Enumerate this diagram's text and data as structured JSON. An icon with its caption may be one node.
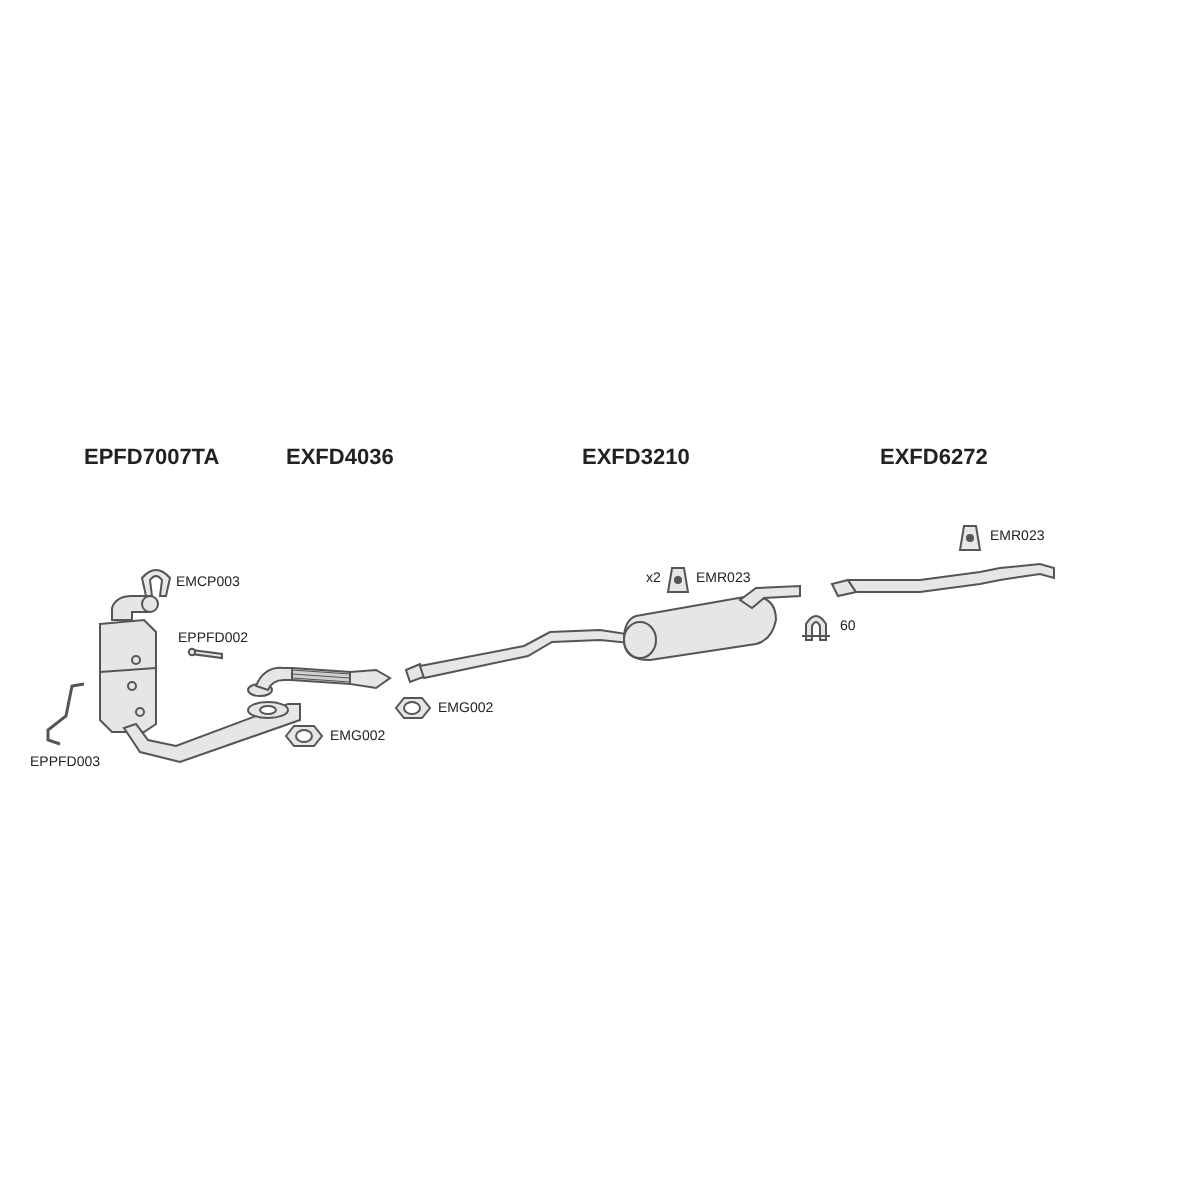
{
  "diagram": {
    "labels": [
      "EPFD7007TA",
      "EXFD4036",
      "EXFD3210",
      "EXFD6272",
      "EMCP003",
      "EPPFD002",
      "EPPFD003",
      "EMG002",
      "EMG002",
      "x2",
      "EMR023",
      "EMR023",
      "60"
    ]
  }
}
